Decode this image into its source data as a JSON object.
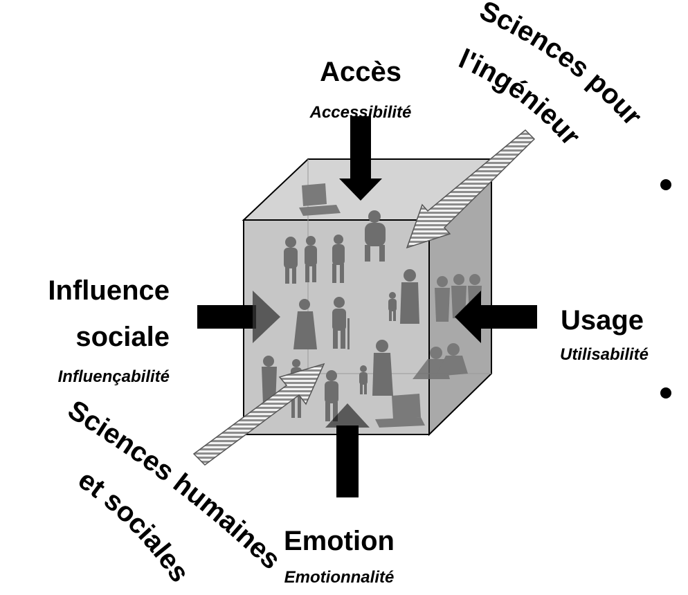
{
  "acces": {
    "title": "Accès",
    "subtitle": "Accessibilité"
  },
  "usage": {
    "title": "Usage",
    "subtitle": "Utilisabilité"
  },
  "influence": {
    "title_line1": "Influence",
    "title_line2": "sociale",
    "subtitle": "Influençabilité"
  },
  "emotion": {
    "title": "Emotion",
    "subtitle": "Emotionnalité"
  },
  "engineering": {
    "line1": "Sciences pour",
    "line2": "l'ingénieur"
  },
  "humanities": {
    "line1": "Sciences humaines",
    "line2": "et sociales"
  },
  "colors": {
    "cube_front": "#c6c6c6",
    "cube_top": "#d4d4d4",
    "cube_side": "#a9a9a9",
    "arrow": "#000000",
    "silhouette": "#6e6e6e"
  },
  "icons": [
    "laptop-icon",
    "person-silhouette-icon",
    "bullet-icon"
  ]
}
